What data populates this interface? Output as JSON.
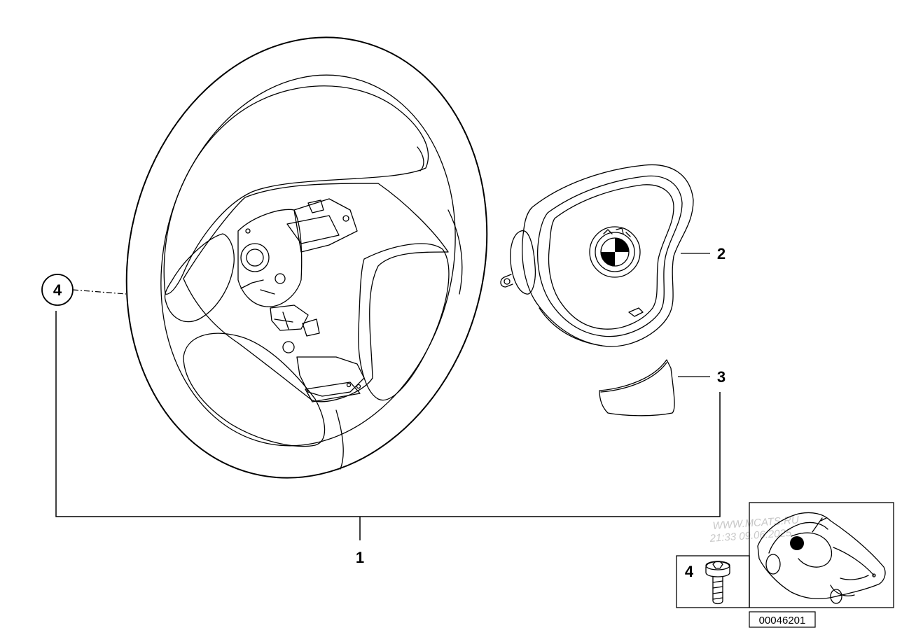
{
  "callouts": {
    "steering_wheel": "1",
    "airbag_module": "2",
    "trim_cover": "3",
    "screw_circle": "4",
    "screw_inset": "4"
  },
  "reference_number": "00046201",
  "watermark": {
    "line1": "WWW.MCATS.RU",
    "line2": "21:33 09.06.2025"
  },
  "colors": {
    "line": "#000000",
    "background": "#ffffff",
    "watermark": "#c8c8c8"
  }
}
